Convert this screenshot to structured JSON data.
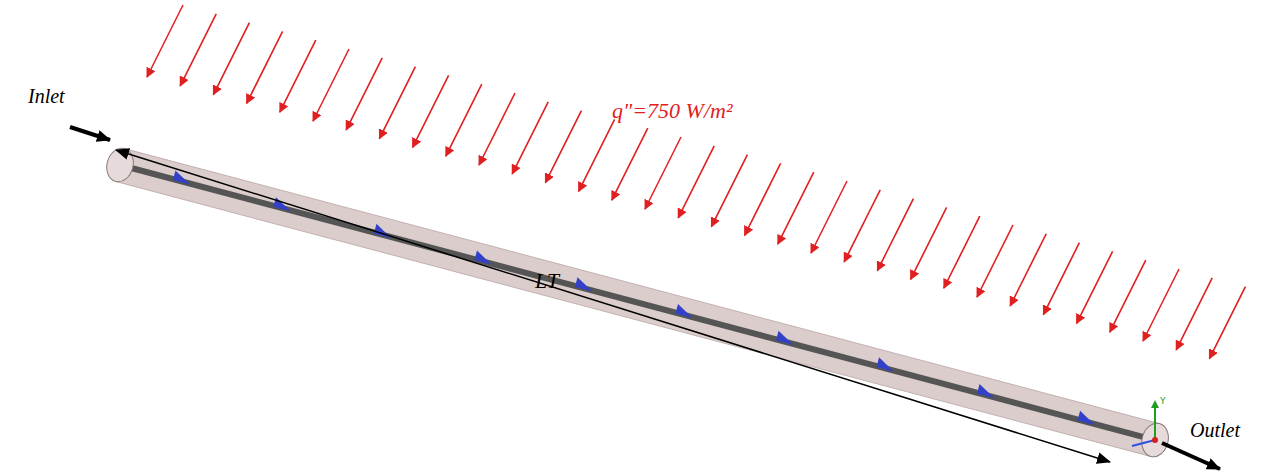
{
  "diagram": {
    "labels": [
      "Inlet",
      "q\"=750 W/m²",
      "LT",
      "Outlet",
      "Y"
    ]
  }
}
